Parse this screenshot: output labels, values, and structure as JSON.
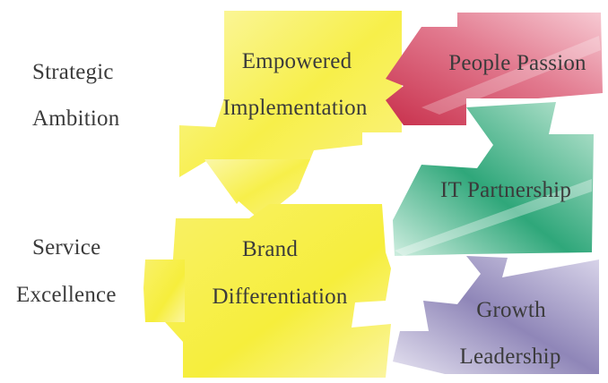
{
  "left_labels": {
    "strategic_line1": "Strategic",
    "strategic_line2": "Ambition",
    "service_line1": "Service",
    "service_line2": "Excellence"
  },
  "arrows": {
    "empowered_line1": "Empowered",
    "empowered_line2": "Implementation",
    "people_passion": "People Passion",
    "it_partnership": "IT Partnership",
    "brand_line1": "Brand",
    "brand_line2": "Differentiation",
    "growth_line1": "Growth",
    "growth_line2": "Leadership"
  },
  "colors": {
    "yellow": "#f7ef4a",
    "yellow_light": "#fbf7a8",
    "red": "#d6435c",
    "red_light": "#f3b5c1",
    "green": "#2fa77a",
    "green_light": "#b9e3cf",
    "purple": "#8f86b8",
    "purple_light": "#d4d0e6",
    "text": "#3b3b3b"
  }
}
